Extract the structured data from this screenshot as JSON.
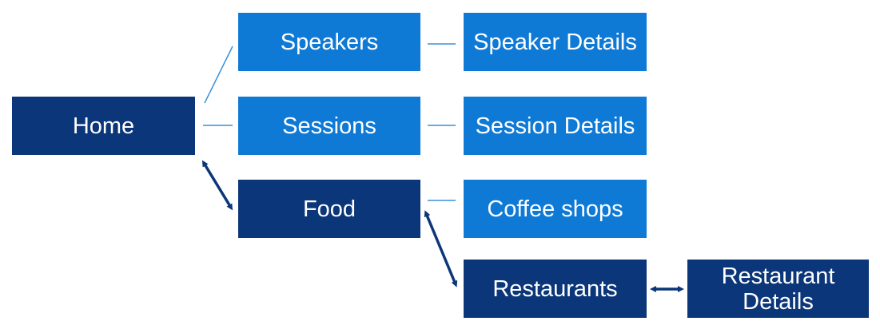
{
  "nodes": {
    "home": "Home",
    "speakers": "Speakers",
    "sessions": "Sessions",
    "food": "Food",
    "speaker_details": "Speaker Details",
    "session_details": "Session Details",
    "coffee_shops": "Coffee shops",
    "restaurants": "Restaurants",
    "restaurant_details": "Restaurant Details"
  },
  "colors": {
    "dark": "#0b3679",
    "light": "#0f7ad6",
    "thin_line": "#3c8fd8",
    "arrow": "#0b3679"
  }
}
